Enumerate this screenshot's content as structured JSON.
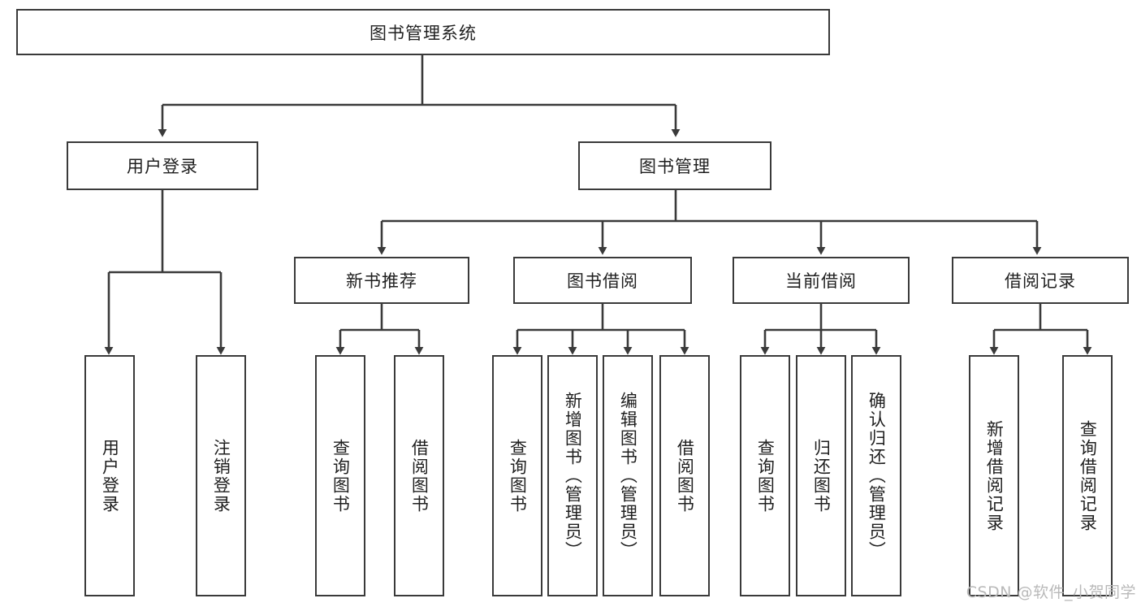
{
  "diagram": {
    "title": "图书管理系统",
    "type": "tree",
    "colors": {
      "stroke": "#3a3a3a",
      "fill": "#ffffff",
      "text": "#1f1f1f",
      "watermark": "#b9b9b9"
    },
    "root": {
      "label": "图书管理系统"
    },
    "level1": [
      {
        "label": "用户登录"
      },
      {
        "label": "图书管理"
      }
    ],
    "level2": [
      {
        "label": "新书推荐"
      },
      {
        "label": "图书借阅"
      },
      {
        "label": "当前借阅"
      },
      {
        "label": "借阅记录"
      }
    ],
    "leaves": {
      "user_login": [
        {
          "label": "用户登录"
        },
        {
          "label": "注销登录"
        }
      ],
      "new_book": [
        {
          "label": "查询图书"
        },
        {
          "label": "借阅图书"
        }
      ],
      "book_borrow": [
        {
          "label": "查询图书"
        },
        {
          "label": "新增图书（管理员）"
        },
        {
          "label": "编辑图书（管理员）"
        },
        {
          "label": "借阅图书"
        }
      ],
      "current_borrow": [
        {
          "label": "查询图书"
        },
        {
          "label": "归还图书"
        },
        {
          "label": "确认归还（管理员）"
        }
      ],
      "borrow_record": [
        {
          "label": "新增借阅记录"
        },
        {
          "label": "查询借阅记录"
        }
      ]
    },
    "watermark": "CSDN @软件_小贺同学"
  }
}
